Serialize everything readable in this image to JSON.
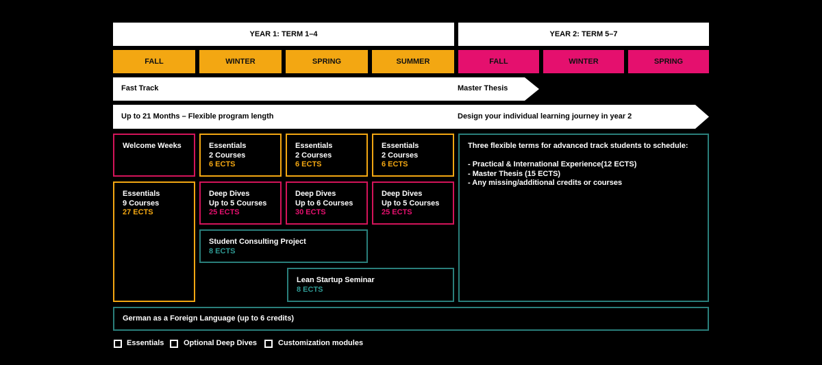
{
  "header": {
    "year1": "YEAR 1: TERM 1–4",
    "year2": "YEAR 2: TERM 5–7"
  },
  "seasons": {
    "year1": [
      "FALL",
      "WINTER",
      "SPRING",
      "SUMMER"
    ],
    "year2": [
      "FALL",
      "WINTER",
      "SPRING"
    ]
  },
  "arrows": {
    "fast_track": "Fast Track",
    "master_thesis": "Master Thesis",
    "program_length": "Up to 21 Months – Flexible program length",
    "design_journey": "Design your individual learning journey in year 2"
  },
  "modules": {
    "welcome": "Welcome Weeks",
    "essentials_main": {
      "title": "Essentials",
      "sub": "9 Courses",
      "ects": "27 ECTS"
    },
    "essentials_t2": {
      "title": "Essentials",
      "sub": "2 Courses",
      "ects": "6 ECTS"
    },
    "essentials_t3": {
      "title": "Essentials",
      "sub": "2 Courses",
      "ects": "6 ECTS"
    },
    "essentials_t4": {
      "title": "Essentials",
      "sub": "2 Courses",
      "ects": "6 ECTS"
    },
    "deep_t2": {
      "title": "Deep Dives",
      "sub": "Up to 5 Courses",
      "ects": "25 ECTS"
    },
    "deep_t3": {
      "title": "Deep Dives",
      "sub": "Up to 6 Courses",
      "ects": "30 ECTS"
    },
    "deep_t4": {
      "title": "Deep Dives",
      "sub": "Up to 5 Courses",
      "ects": "25 ECTS"
    },
    "consulting": {
      "title": "Student Consulting Project",
      "ects": "8 ECTS"
    },
    "lean": {
      "title": "Lean Startup Seminar",
      "ects": "8 ECTS"
    },
    "year2_box": {
      "intro": "Three flexible terms for advanced track students to schedule:",
      "items": [
        "- Practical & International Experience(12 ECTS)",
        "- Master Thesis (15 ECTS)",
        "- Any missing/additional credits or courses"
      ]
    },
    "german": "German as a Foreign Language (up to 6 credits)"
  },
  "legend": {
    "essentials": "Essentials",
    "deep_dives": "Optional Deep Dives",
    "customization": "Customization modules"
  },
  "colors": {
    "orange": "#f3a712",
    "pink": "#e5106e",
    "teal": "#2a7f7b"
  }
}
